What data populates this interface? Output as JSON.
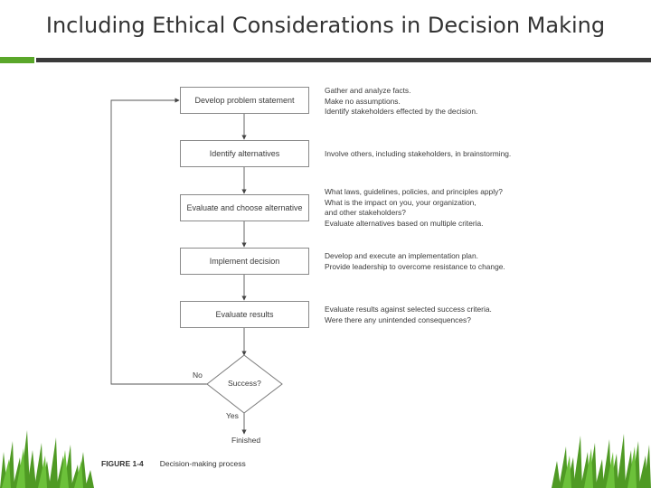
{
  "title": "Including Ethical Considerations in Decision Making",
  "steps": [
    "Develop problem statement",
    "Identify alternatives",
    "Evaluate and choose alternative",
    "Implement decision",
    "Evaluate results"
  ],
  "notes": [
    [
      "Gather and analyze facts.",
      "Make no assumptions.",
      "Identify stakeholders effected by the decision."
    ],
    [
      "Involve others, including stakeholders, in brainstorming."
    ],
    [
      "What laws, guidelines, policies, and principles apply?",
      "What is the impact on you, your organization,",
      "and other stakeholders?",
      "Evaluate alternatives based on multiple criteria."
    ],
    [
      "Develop and execute an implementation plan.",
      "Provide leadership to overcome resistance to change."
    ],
    [
      "Evaluate results against selected success criteria.",
      "Were there any unintended consequences?"
    ]
  ],
  "decision": {
    "label": "Success?",
    "no_label": "No",
    "yes_label": "Yes",
    "end_label": "Finished"
  },
  "caption": {
    "figure": "FIGURE 1-4",
    "text": "Decision-making process"
  },
  "colors": {
    "accent_green": "#5aa72a",
    "rule_dark": "#3a3a3a",
    "box_border": "#8a8a8a",
    "text": "#3a3a3a"
  }
}
